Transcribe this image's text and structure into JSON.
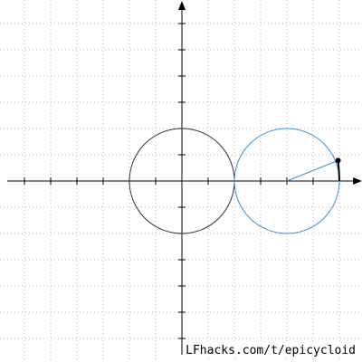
{
  "caption": "LFhacks.com/t/epicycloid",
  "colors": {
    "background": "#ffffff",
    "grid": "#bbbbbb",
    "axes": "#000000",
    "fixed_circle": "#333333",
    "rolling_circle": "#3b8fe0",
    "radius_line": "#3b8fe0",
    "trace": "#000000",
    "tracing_point": "#000000"
  },
  "icons": {
    "y_arrow": "arrowhead-up-icon",
    "x_arrow": "arrowhead-right-icon"
  },
  "epicycloid": {
    "fixed_circle_radius": 2,
    "rolling_circle_radius": 2,
    "rolling_circle_center": [
      4,
      0
    ],
    "tracing_point": [
      5.95,
      0.78
    ],
    "trace_start": [
      6,
      0
    ],
    "x_range": [
      -7,
      7
    ],
    "y_range": [
      -7,
      7
    ],
    "grid": true
  }
}
